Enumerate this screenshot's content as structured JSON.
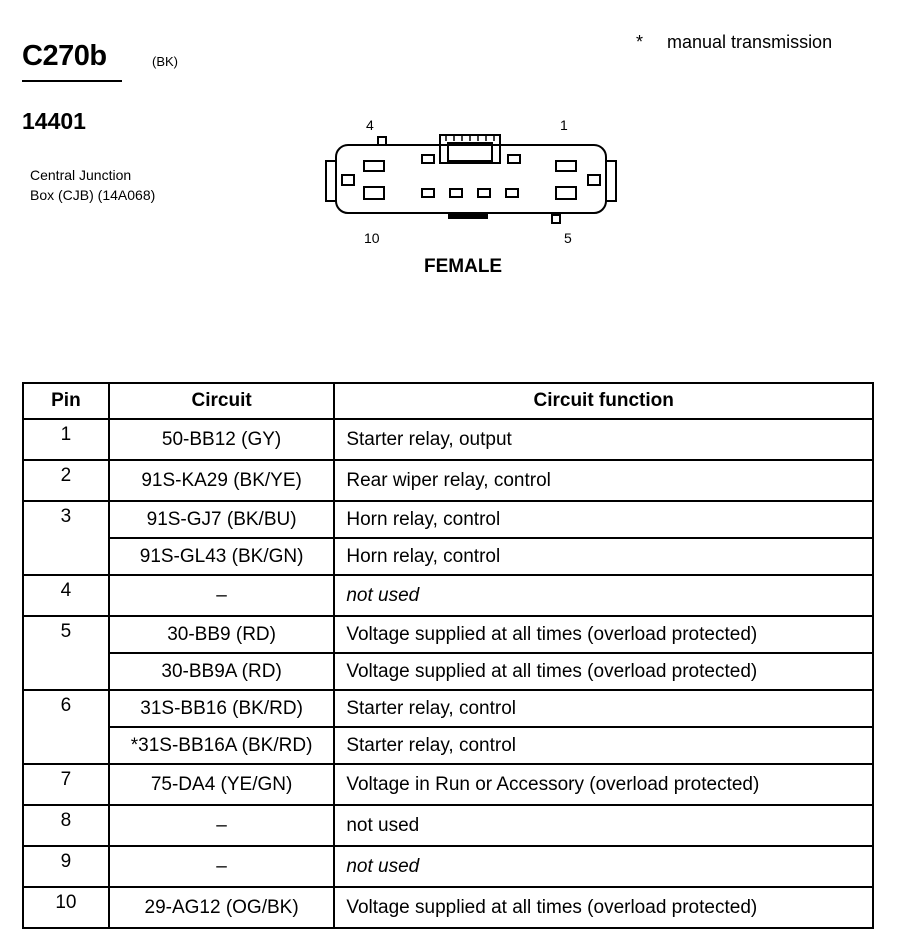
{
  "header": {
    "connector_id": "C270b",
    "color_code": "(BK)",
    "part_number": "14401",
    "component_line1": "Central Junction",
    "component_line2": "Box (CJB) (14A068)",
    "note_symbol": "*",
    "note_text": "manual transmission"
  },
  "diagram": {
    "pin_top_left": "4",
    "pin_top_right": "1",
    "pin_bottom_left": "10",
    "pin_bottom_right": "5",
    "gender": "FEMALE"
  },
  "table": {
    "columns": [
      "Pin",
      "Circuit",
      "Circuit function"
    ],
    "rows": [
      {
        "pin": "1",
        "circuit": "50-BB12 (GY)",
        "function": "Starter relay, output"
      },
      {
        "pin": "2",
        "circuit": "91S-KA29 (BK/YE)",
        "function": "Rear wiper relay, control"
      },
      {
        "pin": "3",
        "circuit": "91S-GJ7 (BK/BU)",
        "function": "Horn relay, control"
      },
      {
        "pin": "",
        "circuit": "91S-GL43 (BK/GN)",
        "function": "Horn relay, control"
      },
      {
        "pin": "4",
        "circuit": "–",
        "function": "not used"
      },
      {
        "pin": "5",
        "circuit": "30-BB9 (RD)",
        "function": "Voltage supplied at all times (overload protected)"
      },
      {
        "pin": "",
        "circuit": "30-BB9A (RD)",
        "function": "Voltage supplied at all times (overload protected)"
      },
      {
        "pin": "6",
        "circuit": "31S-BB16 (BK/RD)",
        "function": "Starter relay, control"
      },
      {
        "pin": "",
        "circuit": "*31S-BB16A (BK/RD)",
        "function": "Starter relay, control"
      },
      {
        "pin": "7",
        "circuit": "75-DA4 (YE/GN)",
        "function": "Voltage in Run or Accessory (overload protected)"
      },
      {
        "pin": "8",
        "circuit": "–",
        "function": "not used"
      },
      {
        "pin": "9",
        "circuit": "–",
        "function": "not used"
      },
      {
        "pin": "10",
        "circuit": "29-AG12 (OG/BK)",
        "function": "Voltage supplied at all times (overload protected)"
      }
    ]
  }
}
